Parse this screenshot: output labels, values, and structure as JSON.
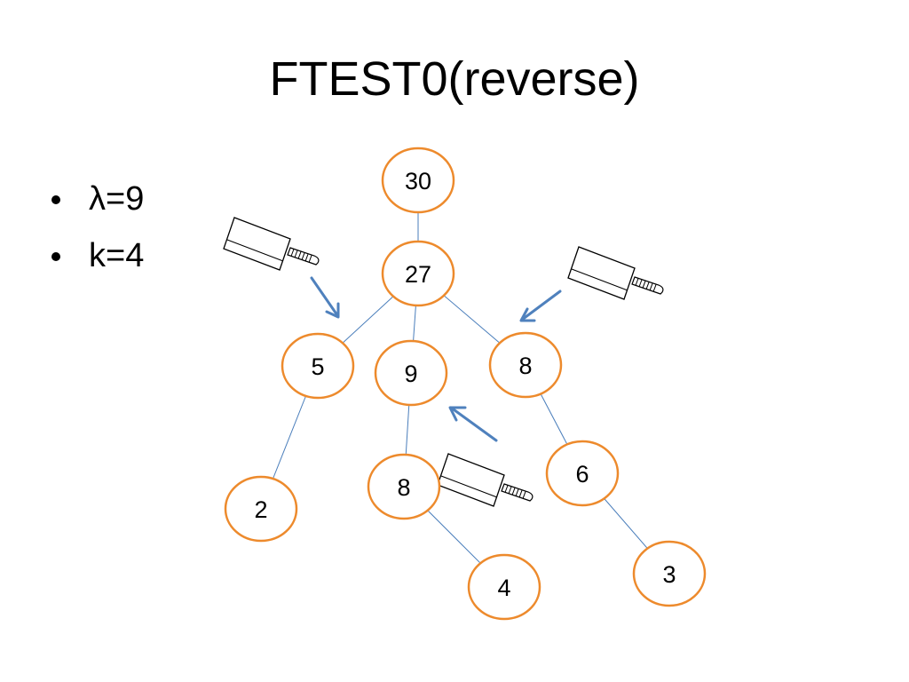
{
  "title": "FTEST0(reverse)",
  "bullets": [
    "λ=9",
    "k=4"
  ],
  "colors": {
    "node_border": "#ED8A2C",
    "edge": "#4A7EBB",
    "arrow": "#4F81BD"
  },
  "icons": [
    "cleaver-icon",
    "cleaver-icon",
    "cleaver-icon"
  ],
  "tree": {
    "nodes": [
      {
        "id": "n30",
        "label": "30"
      },
      {
        "id": "n27",
        "label": "27"
      },
      {
        "id": "n5",
        "label": "5"
      },
      {
        "id": "n9",
        "label": "9"
      },
      {
        "id": "n8a",
        "label": "8"
      },
      {
        "id": "n2",
        "label": "2"
      },
      {
        "id": "n8b",
        "label": "8"
      },
      {
        "id": "n6",
        "label": "6"
      },
      {
        "id": "n4",
        "label": "4"
      },
      {
        "id": "n3",
        "label": "3"
      }
    ],
    "edges": [
      [
        "n30",
        "n27"
      ],
      [
        "n27",
        "n5"
      ],
      [
        "n27",
        "n9"
      ],
      [
        "n27",
        "n8a"
      ],
      [
        "n5",
        "n2"
      ],
      [
        "n9",
        "n8b"
      ],
      [
        "n8a",
        "n6"
      ],
      [
        "n8b",
        "n4"
      ],
      [
        "n6",
        "n3"
      ]
    ],
    "cut_edges": [
      [
        "n27",
        "n5"
      ],
      [
        "n27",
        "n8a"
      ],
      [
        "n9",
        "n8b"
      ]
    ]
  }
}
